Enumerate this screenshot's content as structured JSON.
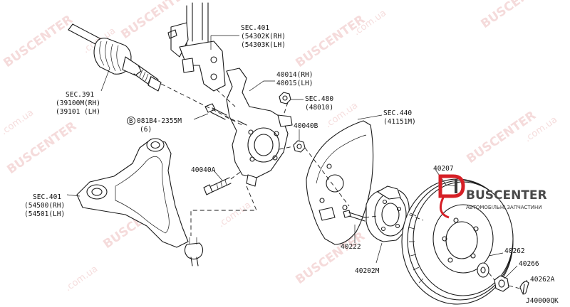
{
  "watermark": {
    "brand": "BUSCENTER",
    "domain": ".com.ua"
  },
  "logo": {
    "name": "BUSCENTER",
    "tagline": "АВТОМОБІЛЬНІ ЗАПЧАСТИНИ"
  },
  "diagram_code": "J40000QK",
  "labels": {
    "sec401_top": {
      "title": "SEC.401",
      "line1": "(54302K(RH)",
      "line2": "(54303K(LH)"
    },
    "knuckle": {
      "line1": "40014(RH)",
      "line2": "40015(LH)"
    },
    "sec480": {
      "title": "SEC.480",
      "line1": "(48010)"
    },
    "sec391": {
      "title": "SEC.391",
      "line1": "(39100M(RH)",
      "line2": "(39101 (LH)"
    },
    "bolt_081b4": {
      "circle": "B",
      "code": "081B4-2355M",
      "qty": "(6)"
    },
    "nut_40040b": {
      "code": "40040B"
    },
    "sec440": {
      "title": "SEC.440",
      "line1": "(41151M)"
    },
    "bolt_40040a": {
      "code": "40040A"
    },
    "sec401_bottom": {
      "title": "SEC.401",
      "line1": "(54500(RH)",
      "line2": "(54501(LH)"
    },
    "rotor": {
      "code": "40207"
    },
    "hub_bolt": {
      "code": "40222"
    },
    "hub": {
      "code": "40202M"
    },
    "washer": {
      "code": "40262"
    },
    "hub_nut": {
      "code": "40266"
    },
    "cotter_pin": {
      "code": "40262A"
    }
  }
}
